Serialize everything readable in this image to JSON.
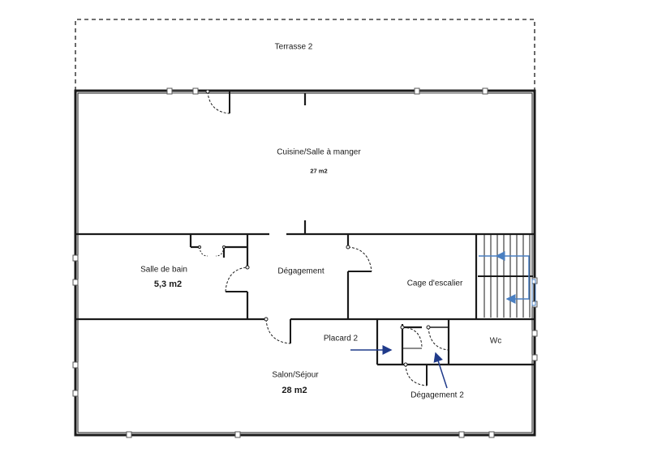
{
  "plan": {
    "terrace": {
      "name": "Terrasse 2"
    },
    "kitchen": {
      "name": "Cuisine/Salle à manger",
      "area": "27 m2"
    },
    "bathroom": {
      "name": "Salle de bain",
      "area": "5,3 m2"
    },
    "hallway": {
      "name": "Dégagement"
    },
    "stairwell": {
      "name": "Cage d'escalier"
    },
    "living": {
      "name": "Salon/Séjour",
      "area": "28 m2"
    },
    "closet": {
      "name": "Placard 2"
    },
    "wc": {
      "name": "Wc"
    },
    "hallway2": {
      "name": "Dégagement 2"
    },
    "colors": {
      "wall": "#1a1a1a",
      "arrow": "#1f3a8a",
      "stair_arrow": "#4a7fc1",
      "window": "#555555"
    },
    "icons": [
      "door-swing-icon",
      "window-icon",
      "stair-direction-arrow-icon",
      "pointer-arrow-icon"
    ]
  }
}
